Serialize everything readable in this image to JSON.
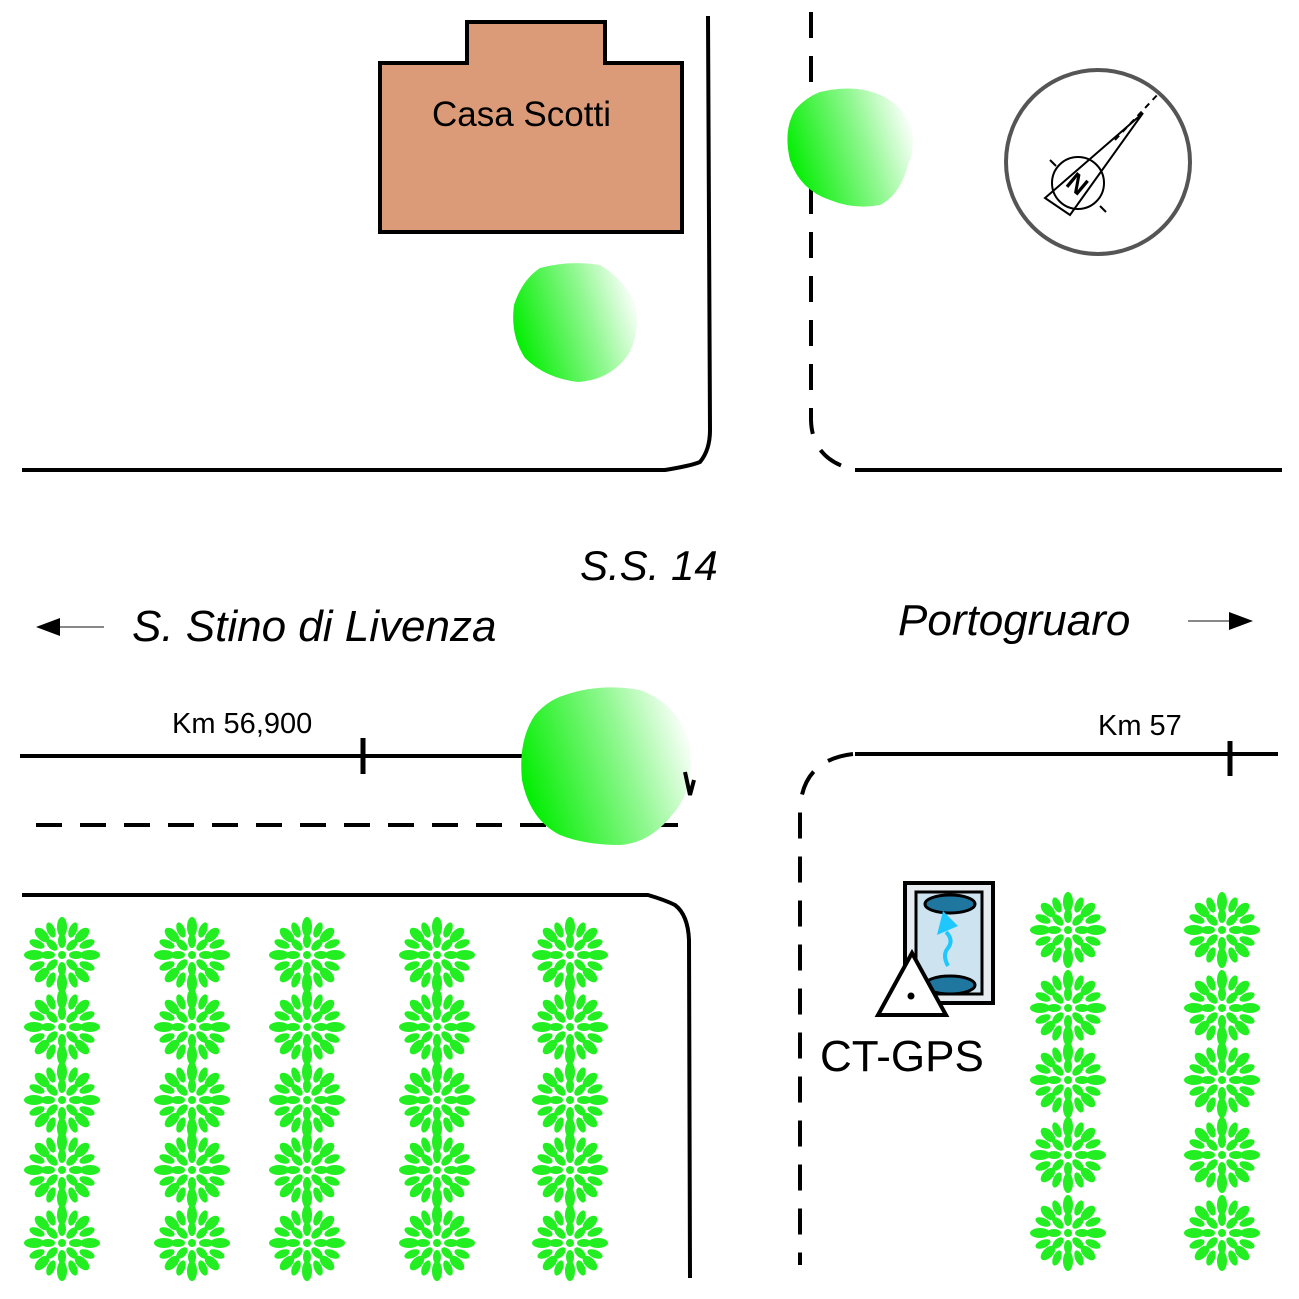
{
  "map": {
    "building_label": "Casa Scotti",
    "road_label": "S.S. 14",
    "direction_left": "S. Stino di Livenza",
    "direction_right": "Portogruaro",
    "km_marker_left": "Km 56,900",
    "km_marker_right": "Km 57",
    "station_label": "CT-GPS",
    "north_label": "N",
    "colors": {
      "building_fill": "#dc9b78",
      "tree_green": "#00f000",
      "shrub_green": "#22ee22",
      "station_fill": "#cde4f0",
      "station_ellipse": "#1f77a0",
      "station_arrow": "#1ec8ff",
      "line": "#000000"
    }
  }
}
